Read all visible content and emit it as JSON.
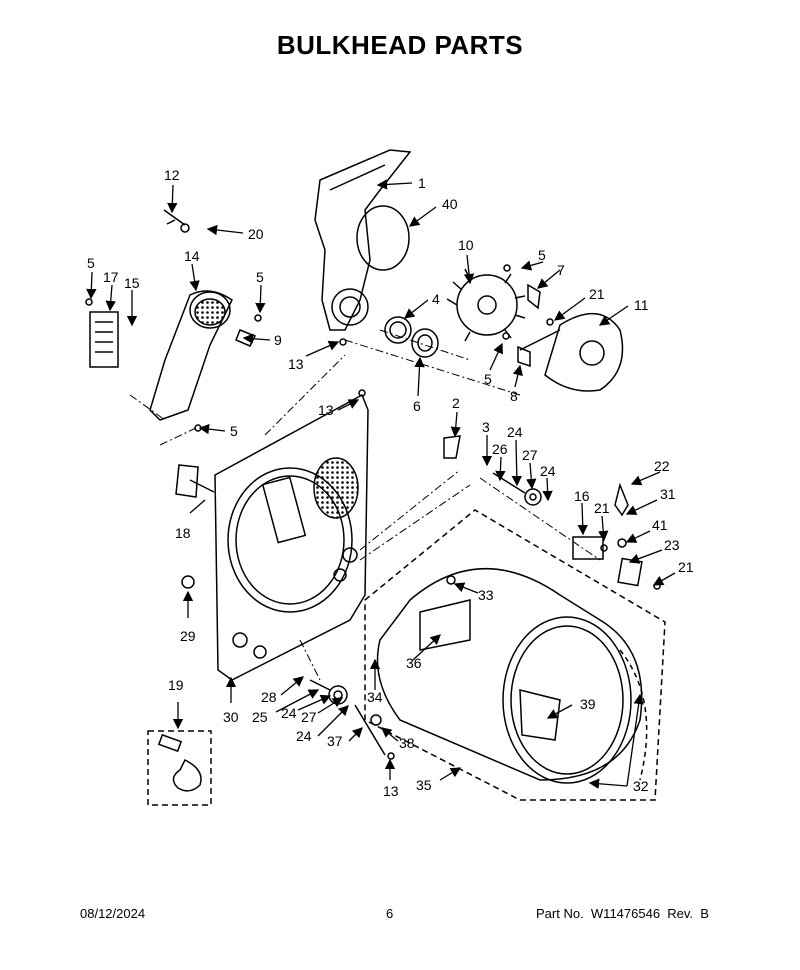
{
  "title": "BULKHEAD PARTS",
  "footer": {
    "date": "08/12/2024",
    "page": "6",
    "part_number": "Part No.  W11476546  Rev.  B"
  },
  "callouts": [
    "1",
    "2",
    "3",
    "4",
    "5",
    "6",
    "7",
    "8",
    "9",
    "10",
    "11",
    "12",
    "13",
    "14",
    "15",
    "16",
    "17",
    "18",
    "19",
    "20",
    "21",
    "22",
    "23",
    "24",
    "25",
    "26",
    "27",
    "28",
    "29",
    "30",
    "31",
    "32",
    "33",
    "34",
    "35",
    "36",
    "37",
    "38",
    "39",
    "40",
    "41"
  ]
}
